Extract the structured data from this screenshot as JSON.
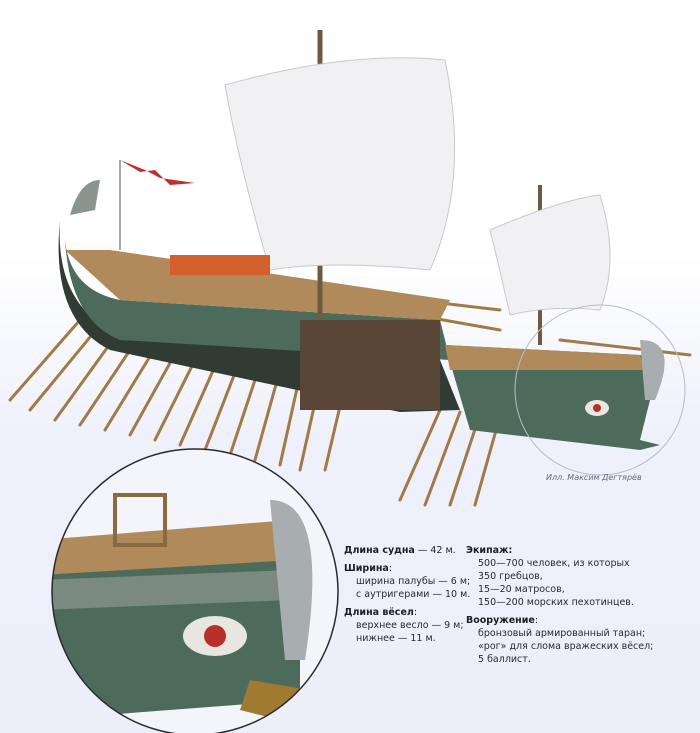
{
  "credit": "Илл. Максим Дегтярёв",
  "specs_left": {
    "length_label": "Длина судна",
    "length_value": " — 42 м.",
    "width_label": "Ширина",
    "width_colon": ":",
    "width_items": [
      "ширина палубы — 6 м;",
      "с аутригерами — 10 м."
    ],
    "oars_label": "Длина вёсел",
    "oars_colon": ":",
    "oars_items": [
      "верхнее весло — 9 м;",
      "нижнее — 11 м."
    ]
  },
  "specs_right": {
    "crew_label": "Экипаж:",
    "crew_items": [
      "500—700 человек, из которых",
      "350 гребцов,",
      "15—20 матросов,",
      "150—200 морских пехотинцев."
    ],
    "arms_label": "Вооружение",
    "arms_colon": ":",
    "arms_items": [
      "бронзовый армированный таран;",
      "«рог» для слома вражеских вёсел;",
      "5 баллист."
    ]
  },
  "colors": {
    "hull": "#4d6b5a",
    "hull_dark": "#2f3b33",
    "deck": "#b08a5a",
    "sail": "#f1f1f3",
    "oar": "#a07a48",
    "flag": "#c0302a",
    "eye": "#b83028"
  }
}
